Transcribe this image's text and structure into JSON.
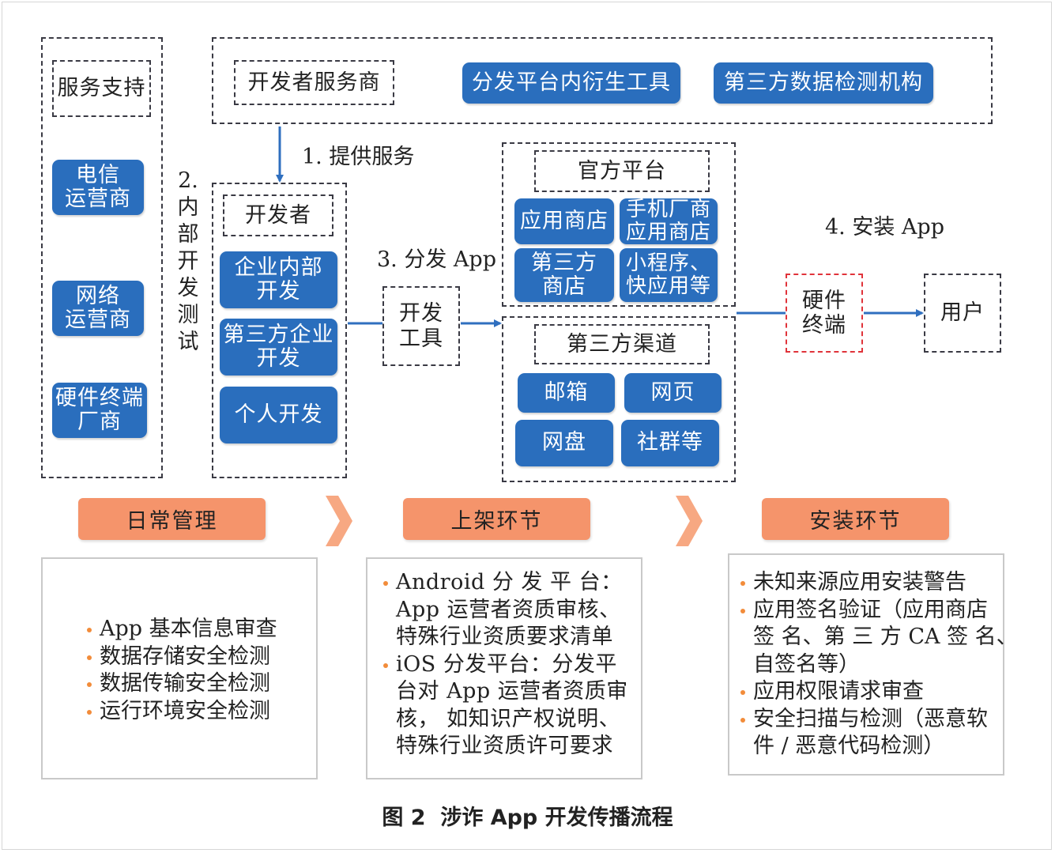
{
  "service_support": {
    "title": "服务支持",
    "items": [
      "电信\n运营商",
      "网络\n运营商",
      "硬件终端\n厂商"
    ]
  },
  "top_box": {
    "developer_service_provider": "开发者服务商",
    "derived_tools": "分发平台内衍生工具",
    "third_party_testing": "第三方数据检测机构"
  },
  "steps": {
    "provide_service": "1. 提供服务",
    "internal_dev_test": [
      "2.",
      "内",
      "部",
      "开",
      "发",
      "测",
      "试"
    ],
    "distribute_app": "3. 分发 App",
    "install_app": "4. 安装 App"
  },
  "developer_box": {
    "title": "开发者",
    "items": [
      "企业内部\n开发",
      "第三方企业\n开发",
      "个人开发"
    ]
  },
  "dev_tools": "开发\n工具",
  "official_platform": {
    "title": "官方平台",
    "items": [
      "应用商店",
      "手机厂商\n应用商店",
      "第三方\n商店",
      "小程序、\n快应用等"
    ]
  },
  "third_party_channels": {
    "title": "第三方渠道",
    "items": [
      "邮箱",
      "网页",
      "网盘",
      "社群等"
    ]
  },
  "hardware_terminal": "硬件\n终端",
  "user": "用户",
  "phases": [
    "日常管理",
    "上架环节",
    "安装环节"
  ],
  "phase_details": {
    "daily": [
      "App 基本信息审查",
      "数据存储安全检测",
      "数据传输安全检测",
      "运行环境安全检测"
    ],
    "listing": [
      "Android 分 发 平 台：\nApp 运营者资质审核、\n特殊行业资质要求清单",
      "iOS 分发平台：分发平\n台对 App 运营者资质审\n核， 如知识产权说明、\n特殊行业资质许可要求"
    ],
    "install": [
      "未知来源应用安装警告",
      "应用签名验证（应用商店\n签 名、第 三 方 CA 签 名、\n自签名等）",
      "应用权限请求审查",
      "安全扫描与检测（恶意软\n件 / 恶意代码检测）"
    ]
  },
  "caption": "图 2  涉诈 App 开发传播流程",
  "colors": {
    "blue_box": "#2a6ebd",
    "orange_tab": "#f5946b",
    "bullet": "#f28c3a",
    "arrow": "#2f6fbf",
    "hardware_border": "#e0333a"
  }
}
